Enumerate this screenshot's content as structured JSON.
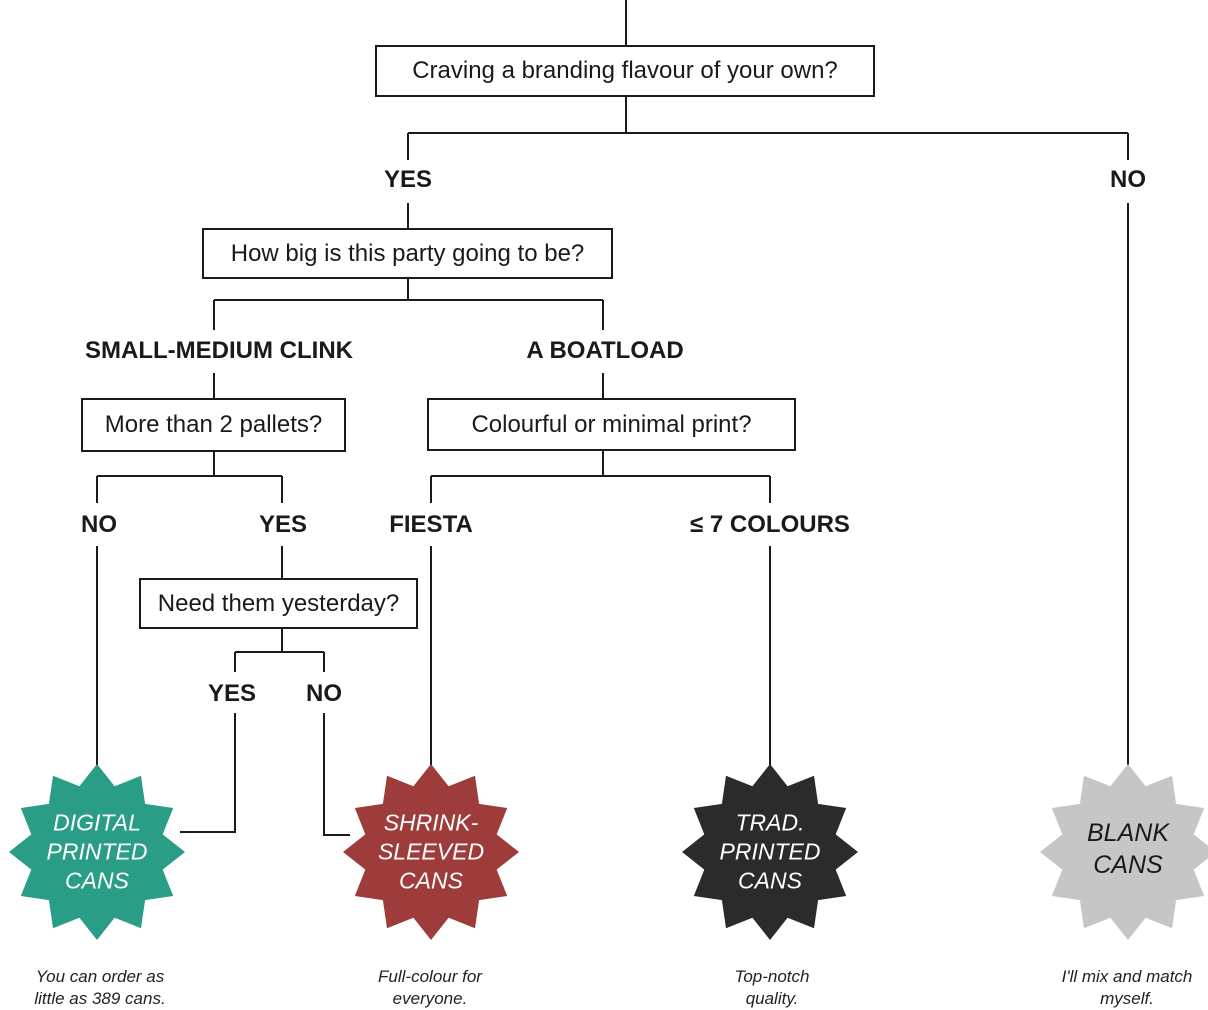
{
  "questions": {
    "q1": "Craving a branding flavour of your own?",
    "q2": "How big is this party going to be?",
    "q3": "More than 2 pallets?",
    "q4": "Colourful or minimal print?",
    "q5": "Need them yesterday?"
  },
  "branches": {
    "q1_yes": "YES",
    "q1_no": "NO",
    "q2_small": "SMALL-MEDIUM CLINK",
    "q2_large": "A BOATLOAD",
    "q3_no": "NO",
    "q3_yes": "YES",
    "q4_fiesta": "FIESTA",
    "q4_colours": "≤ 7 COLOURS",
    "q5_yes": "YES",
    "q5_no": "NO"
  },
  "outcomes": [
    {
      "lines": [
        "DIGITAL",
        "PRINTED",
        "CANS"
      ],
      "color": "#2a9d87",
      "note": "You can order as little as 389 cans."
    },
    {
      "lines": [
        "SHRINK-",
        "SLEEVED",
        "CANS"
      ],
      "color": "#9e3b3b",
      "note": "Full-colour for everyone."
    },
    {
      "lines": [
        "TRAD.",
        "PRINTED",
        "CANS"
      ],
      "color": "#2b2b2b",
      "note": "Top-notch quality."
    },
    {
      "lines": [
        "BLANK",
        "CANS"
      ],
      "color": "#c6c6c6",
      "note": "I'll mix and match myself."
    }
  ]
}
